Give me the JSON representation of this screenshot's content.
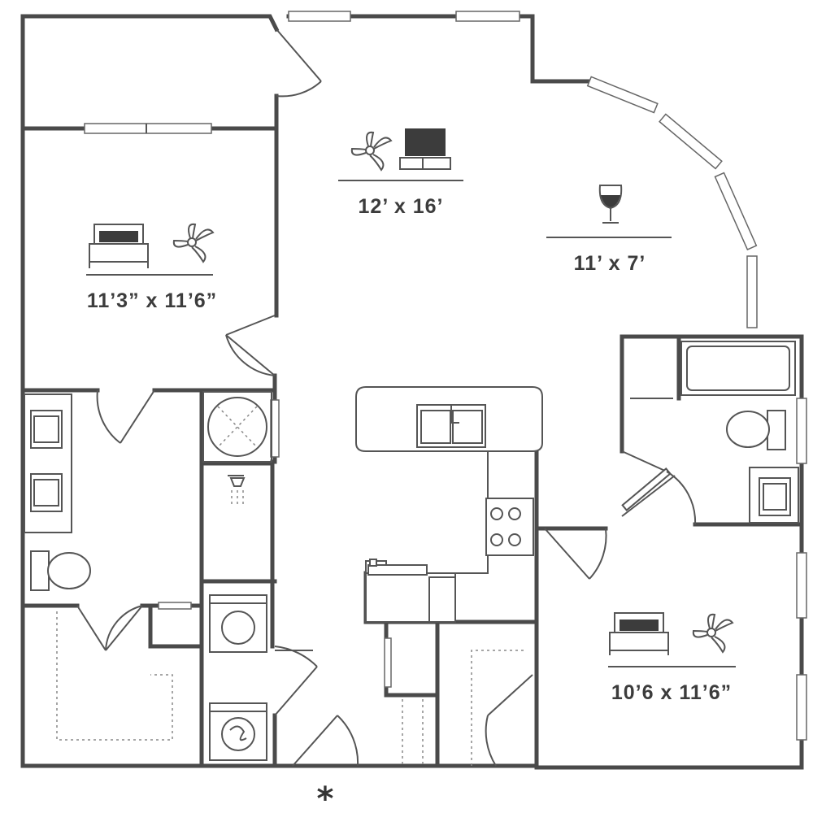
{
  "rooms": {
    "bedroom_left": {
      "dimensions": "11’3” x 11’6”",
      "icons": [
        "bed-icon",
        "ceiling-fan-icon"
      ]
    },
    "living_room": {
      "dimensions": "12’ x 16’",
      "icons": [
        "ceiling-fan-icon",
        "tv-icon"
      ]
    },
    "dining_area": {
      "dimensions": "11’ x 7’",
      "icons": [
        "wine-glass-icon"
      ]
    },
    "bedroom_right": {
      "dimensions": "10’6 x 11’6”",
      "icons": [
        "bed-icon",
        "ceiling-fan-icon"
      ]
    }
  },
  "entry_marker": "*",
  "colors": {
    "wall": "#4a4a4a",
    "fixture": "#555555",
    "background": "#ffffff"
  }
}
